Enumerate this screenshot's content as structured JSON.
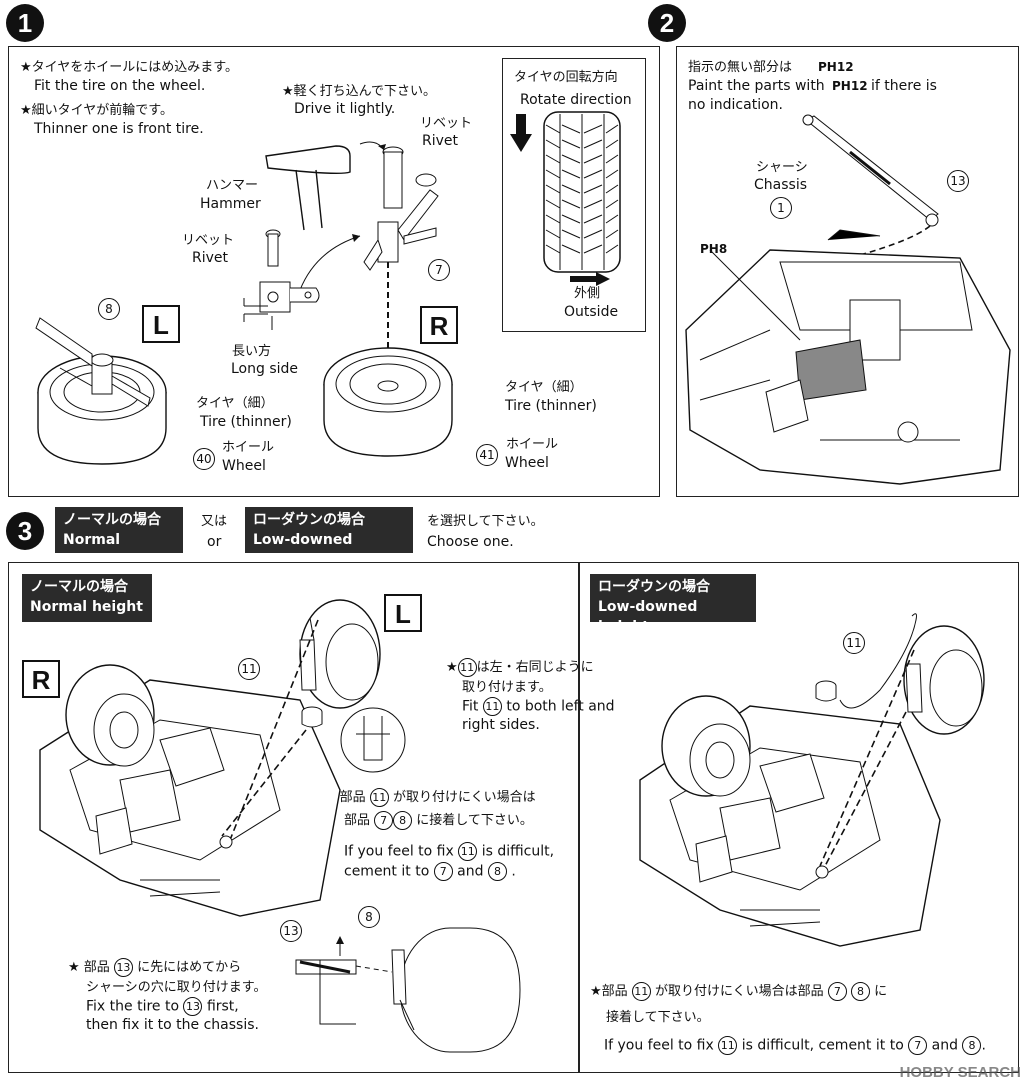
{
  "steps": {
    "s1": "1",
    "s2": "2",
    "s3": "3"
  },
  "step1": {
    "note_fit_jp": "★タイヤをホイールにはめ込みます。",
    "note_fit_en": "Fit the tire on the wheel.",
    "note_thin_jp": "★細いタイヤが前輪です。",
    "note_thin_en": "Thinner one is front tire.",
    "drive_jp": "★軽く打ち込んで下さい。",
    "drive_en": "Drive it lightly.",
    "rivet_jp": "リベット",
    "rivet_en": "Rivet",
    "hammer_jp": "ハンマー",
    "hammer_en": "Hammer",
    "long_jp": "長い方",
    "long_en": "Long side",
    "tire_jp": "タイヤ（細）",
    "tire_en": "Tire (thinner)",
    "wheel_jp": "ホイール",
    "wheel_en": "Wheel",
    "part8": "8",
    "part7": "7",
    "part40": "40",
    "part41": "41",
    "label_L": "L",
    "label_R": "R",
    "rot_jp": "タイヤの回転方向",
    "rot_en": "Rotate direction",
    "outside_jp": "外側",
    "outside_en": "Outside"
  },
  "step2": {
    "paint_jp": "指示の無い部分は",
    "paint_code_jp": "PH12",
    "paint_en1": "Paint the parts with",
    "paint_code": "PH12",
    "paint_en2": "if there is",
    "paint_en3": "no indication.",
    "chassis_jp": "シャーシ",
    "chassis_en": "Chassis",
    "part1": "1",
    "part13": "13",
    "ph8": "PH8"
  },
  "step3": {
    "normal_jp": "ノーマルの場合",
    "normal_en": "Normal height",
    "or_jp": "又は",
    "or_en": "or",
    "low_jp": "ローダウンの場合",
    "low_en": "Low-downed height",
    "choose_jp": "を選択して下さい。",
    "choose_en": "Choose one.",
    "label_R": "R",
    "label_L": "L",
    "part11": "11",
    "part13": "13",
    "part8": "8",
    "part7": "7",
    "fit_jp1": "★",
    "fit_jp2": "は左・右同じように",
    "fit_jp3": "取り付けます。",
    "fit_en1": "Fit",
    "fit_en2": "to both left and",
    "fit_en3": "right sides.",
    "diff_jp1": "★部品",
    "diff_jp2": "が取り付けにくい場合は",
    "diff_jp3": "部品",
    "diff_jp4": "に接着して下さい。",
    "diff_en1": "If you feel to fix",
    "diff_en2": "is difficult,",
    "diff_en3": "cement it to",
    "diff_en4": "and",
    "first_jp1": "★ 部品",
    "first_jp2": "に先にはめてから",
    "first_jp3": "シャーシの穴に取り付けます。",
    "first_en1": "Fix the tire to",
    "first_en2": "first,",
    "first_en3": "then fix it to the chassis.",
    "low_diff_jp1": "★部品",
    "low_diff_jp2": "が取り付けにくい場合は部品",
    "low_diff_jp3": "に",
    "low_diff_jp4": "接着して下さい。",
    "low_diff_en1": "If you feel to fix",
    "low_diff_en2": "is difficult, cement it to",
    "low_diff_en3": "and"
  },
  "watermark": "HOBBY SEARCH"
}
